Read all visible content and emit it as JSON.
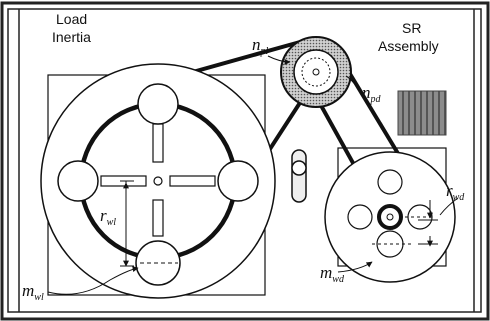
{
  "labels": {
    "load_inertia_line1": "Load",
    "load_inertia_line2": "Inertia",
    "sr_assembly_line1": "SR",
    "sr_assembly_line2": "Assembly"
  },
  "symbols": {
    "n_pl": {
      "base": "n",
      "sub": "pl"
    },
    "n_pd": {
      "base": "n",
      "sub": "pd"
    },
    "r_wl": {
      "base": "r",
      "sub": "wl"
    },
    "r_wd": {
      "base": "r",
      "sub": "wd"
    },
    "m_wl": {
      "base": "m",
      "sub": "wl"
    },
    "m_wd": {
      "base": "m",
      "sub": "wd"
    }
  },
  "colors": {
    "ink": "#111111",
    "frame": "#222222",
    "pulley_fill": "#b8b8b8",
    "hatch_fill": "#9a9a9a",
    "background": "#ffffff"
  }
}
